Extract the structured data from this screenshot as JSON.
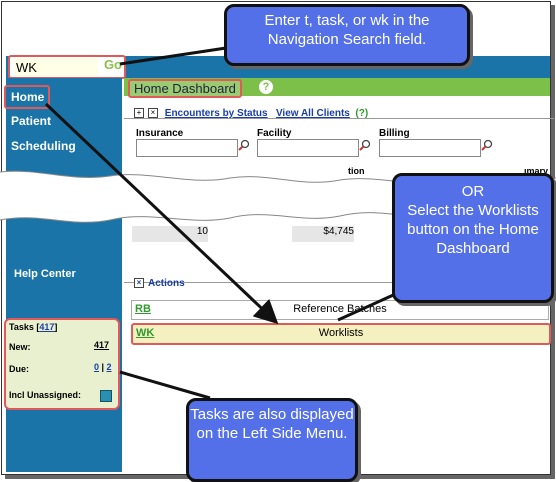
{
  "nav": {
    "search_value": "WK",
    "go_label": "Go",
    "home": "Home",
    "patient": "Patient",
    "scheduling": "Scheduling",
    "help_center": "Help Center"
  },
  "tasks": {
    "title": "Tasks",
    "total": "417",
    "new_label": "New:",
    "new_value": "417",
    "due_label": "Due:",
    "due_a": "0",
    "due_sep": " | ",
    "due_b": "2",
    "incl_label": "Incl Unassigned:"
  },
  "dashboard": {
    "title": "Home Dashboard",
    "help": "?",
    "encounters_link": "Encounters by Status",
    "view_all_clients": "View All Clients",
    "enc_help": "(?)",
    "insurance": "Insurance",
    "facility": "Facility",
    "billing": "Billing",
    "num1": "10",
    "num2": "$4,745",
    "partial1": "tion",
    "partial2": "ımary"
  },
  "actions": {
    "label": "Actions",
    "rows": [
      {
        "code": "RB",
        "text": "Reference Batches"
      },
      {
        "code": "WK",
        "text": "Worklists"
      }
    ]
  },
  "callouts": {
    "top": "Enter t, task, or wk in the Navigation Search field.",
    "right": "OR\nSelect the Worklists button on the Home Dashboard",
    "bottom": "Tasks are also displayed on the Left Side Menu."
  }
}
